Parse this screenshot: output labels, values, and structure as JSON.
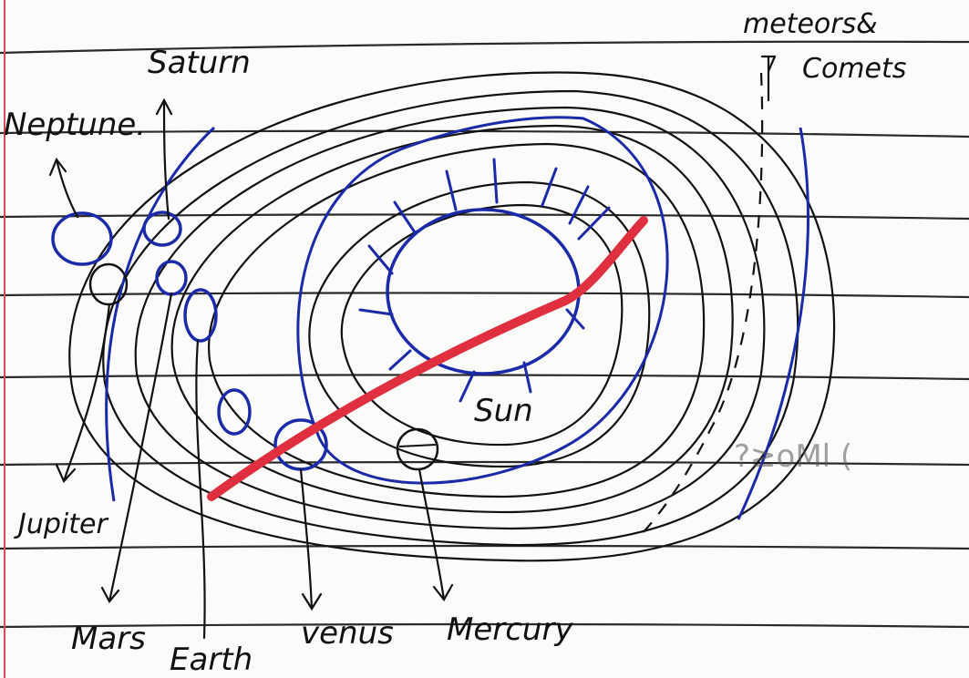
{
  "diagram": {
    "labels": {
      "saturn": "Saturn",
      "neptune": "Neptune.",
      "meteors_line1": "meteors&",
      "meteors_line2": "Comets",
      "sun": "Sun",
      "jupiter": "Jupiter",
      "mars": "Mars",
      "earth": "Earth",
      "venus": "venus",
      "mercury": "Mercury"
    },
    "colors": {
      "paper": "#fbfbf9",
      "ruled_line": "#2a2a2a",
      "margin_line": "#d64a5a",
      "ink_black": "#111111",
      "ink_blue": "#1a2aa8",
      "red_stroke": "#e0303f"
    }
  }
}
